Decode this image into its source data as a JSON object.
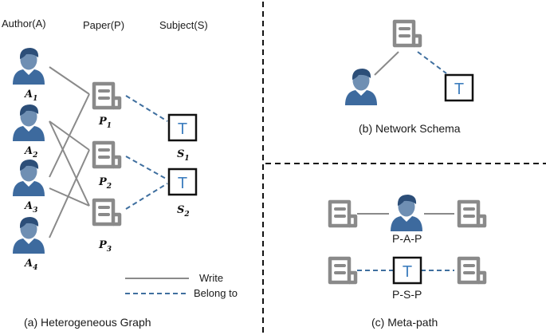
{
  "panel_a": {
    "caption": "(a) Heterogeneous Graph",
    "col_author": "Author(A)",
    "col_paper": "Paper(P)",
    "col_subject": "Subject(S)",
    "authors": [
      {
        "letter": "A",
        "sub": "1"
      },
      {
        "letter": "A",
        "sub": "2"
      },
      {
        "letter": "A",
        "sub": "3"
      },
      {
        "letter": "A",
        "sub": "4"
      }
    ],
    "papers": [
      {
        "letter": "P",
        "sub": "1"
      },
      {
        "letter": "P",
        "sub": "2"
      },
      {
        "letter": "P",
        "sub": "3"
      }
    ],
    "subjects": [
      {
        "letter": "S",
        "sub": "1"
      },
      {
        "letter": "S",
        "sub": "2"
      }
    ],
    "legend": {
      "write": "Write",
      "belong": "Belong to"
    }
  },
  "panel_b": {
    "caption": "(b) Network Schema"
  },
  "panel_c": {
    "caption": "(c) Meta-path",
    "path1": "P-A-P",
    "path2": "P-S-P"
  },
  "subject_glyph": "T",
  "colors": {
    "icon_gray": "#8a8a8a",
    "author_blue": "#3d6a9e",
    "belong_blue": "#3f6f9f",
    "t_blue": "#3f7fbf"
  }
}
